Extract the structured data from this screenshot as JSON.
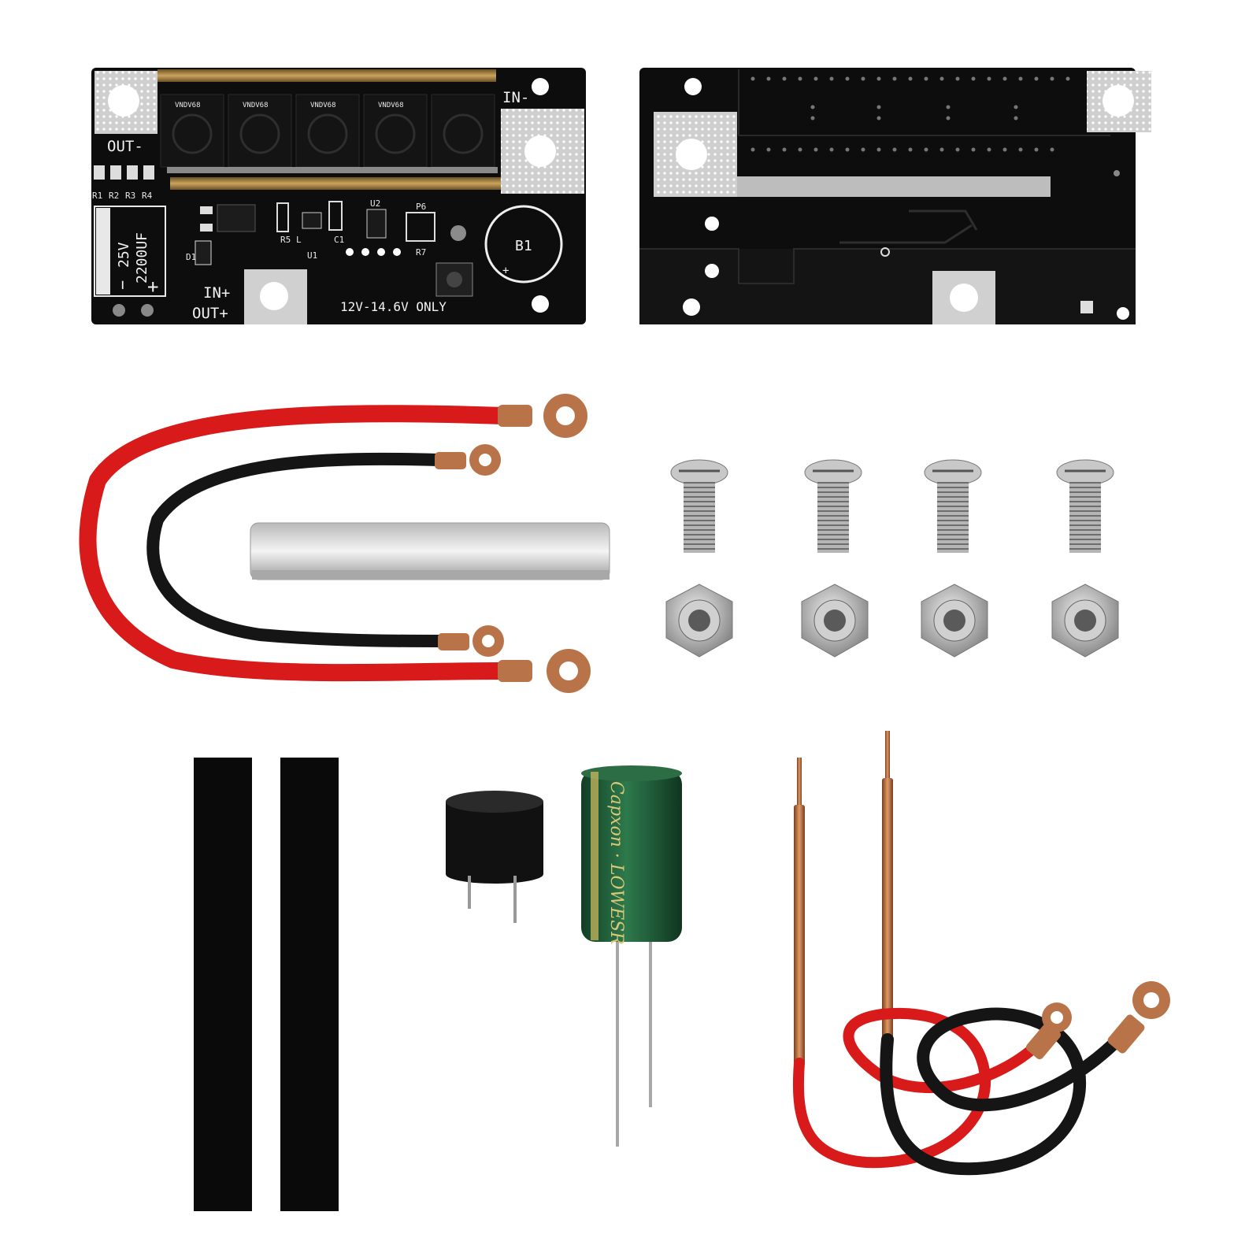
{
  "front_board": {
    "out_minus": "OUT-",
    "in_minus": "IN-",
    "in_plus": "IN+",
    "out_plus": "OUT+",
    "voltage_note": "12V-14.6V ONLY",
    "cap_voltage": "25V",
    "cap_value": "2200UF",
    "minus_sign": "−",
    "plus_sign": "+",
    "buzzer_label": "B1",
    "buzzer_plus": "+",
    "resistor_labels": [
      "R1",
      "R2",
      "R3",
      "R4"
    ],
    "mosfet_marking": "VNDV68",
    "parts": {
      "d1": "D1",
      "r5": "R5",
      "l": "L",
      "u1": "U1",
      "c1": "C1",
      "u2": "U2",
      "p6": "P6",
      "r7": "R7"
    }
  },
  "capacitor": {
    "marking": "Capxon · LOWESR"
  },
  "colors": {
    "pcb": "#0d0d0d",
    "pad": "#cfcfcf",
    "red_wire": "#d81a1a",
    "black_wire": "#151515",
    "copper": "#b87348",
    "capacitor": "#1f5e3a",
    "tape": "#0a0a0a"
  }
}
